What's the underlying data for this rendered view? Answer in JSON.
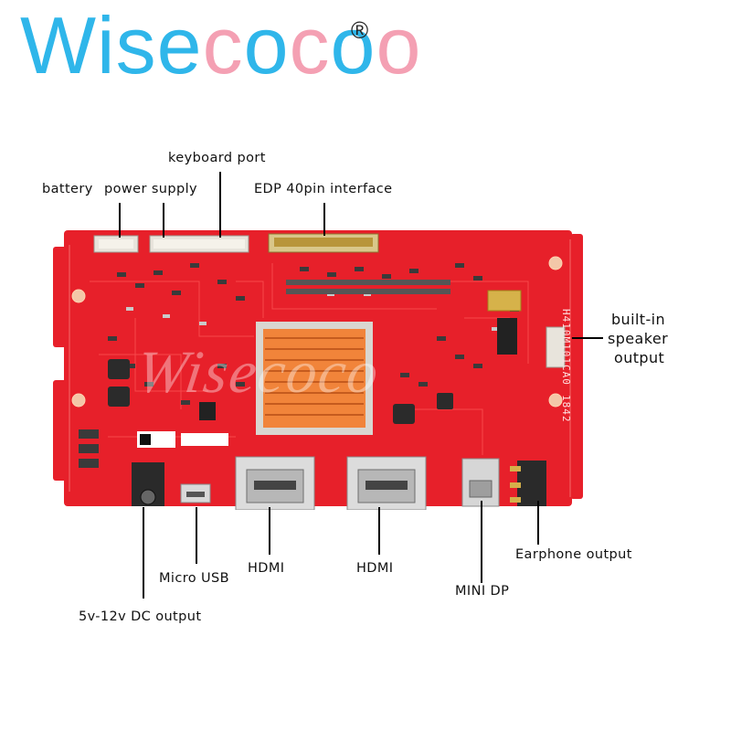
{
  "brand": {
    "name_parts": [
      "Wise",
      "c",
      "o",
      "c",
      "o",
      "o"
    ],
    "registered": "®",
    "colors": {
      "blue": "#2fb6ea",
      "pink": "#f4a0b3"
    }
  },
  "watermark": "Wisecoco",
  "board": {
    "colors": {
      "pcb": "#e7202a",
      "heatsink": "#f1843a",
      "connector": "#e8e4dc"
    },
    "side_print": "H410M101CA0",
    "side_print_2": "1842"
  },
  "labels": {
    "battery": "battery",
    "power_supply": "power supply",
    "keyboard_port": "keyboard port",
    "edp": "EDP 40pin interface",
    "speaker_line1": "built-in",
    "speaker_line2": "speaker",
    "speaker_line3": "output",
    "earphone": "Earphone output",
    "mini_dp": "MINI DP",
    "hdmi_1": "HDMI",
    "hdmi_2": "HDMI",
    "micro_usb": "Micro USB",
    "dc_output": "5v-12v DC output"
  }
}
